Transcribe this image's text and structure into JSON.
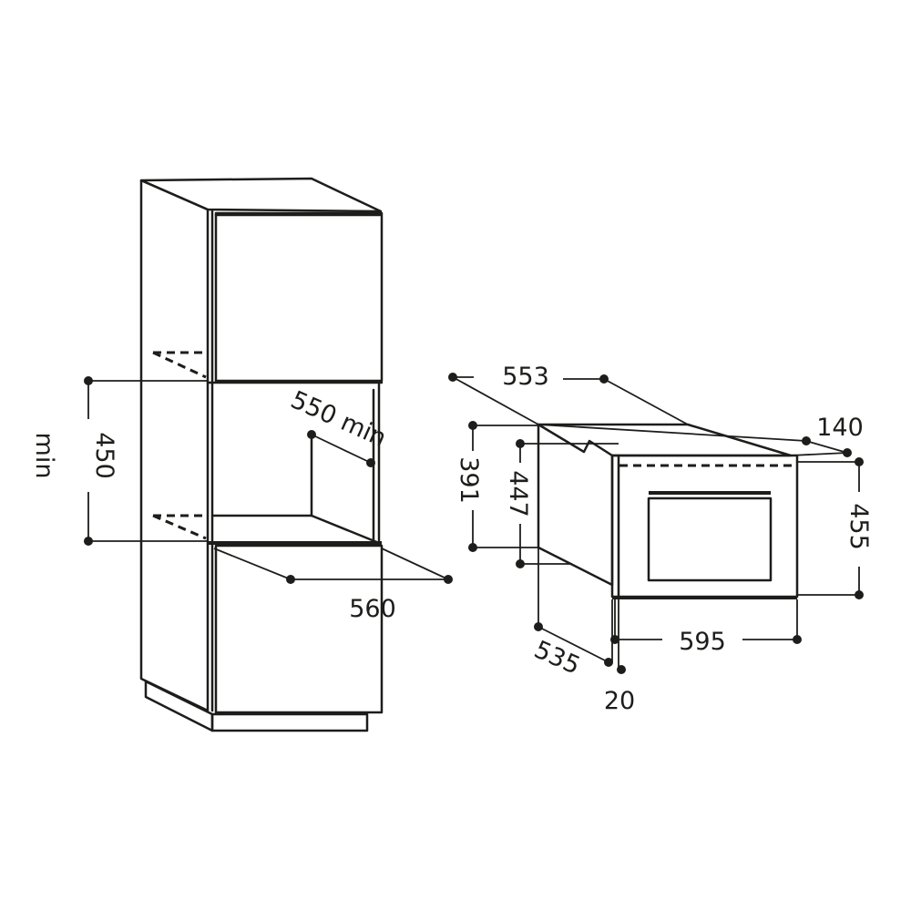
{
  "colors": {
    "line": "#1d1d1b",
    "background": "#ffffff"
  },
  "cabinet": {
    "niche_height": "450",
    "niche_height_unit": "min",
    "niche_depth": "550 min",
    "niche_width": "560"
  },
  "oven": {
    "depth_total": "553",
    "top_offset": "140",
    "body_height": "391",
    "inner_height": "447",
    "front_height": "455",
    "front_width": "595",
    "body_depth": "535",
    "front_thickness": "20"
  }
}
